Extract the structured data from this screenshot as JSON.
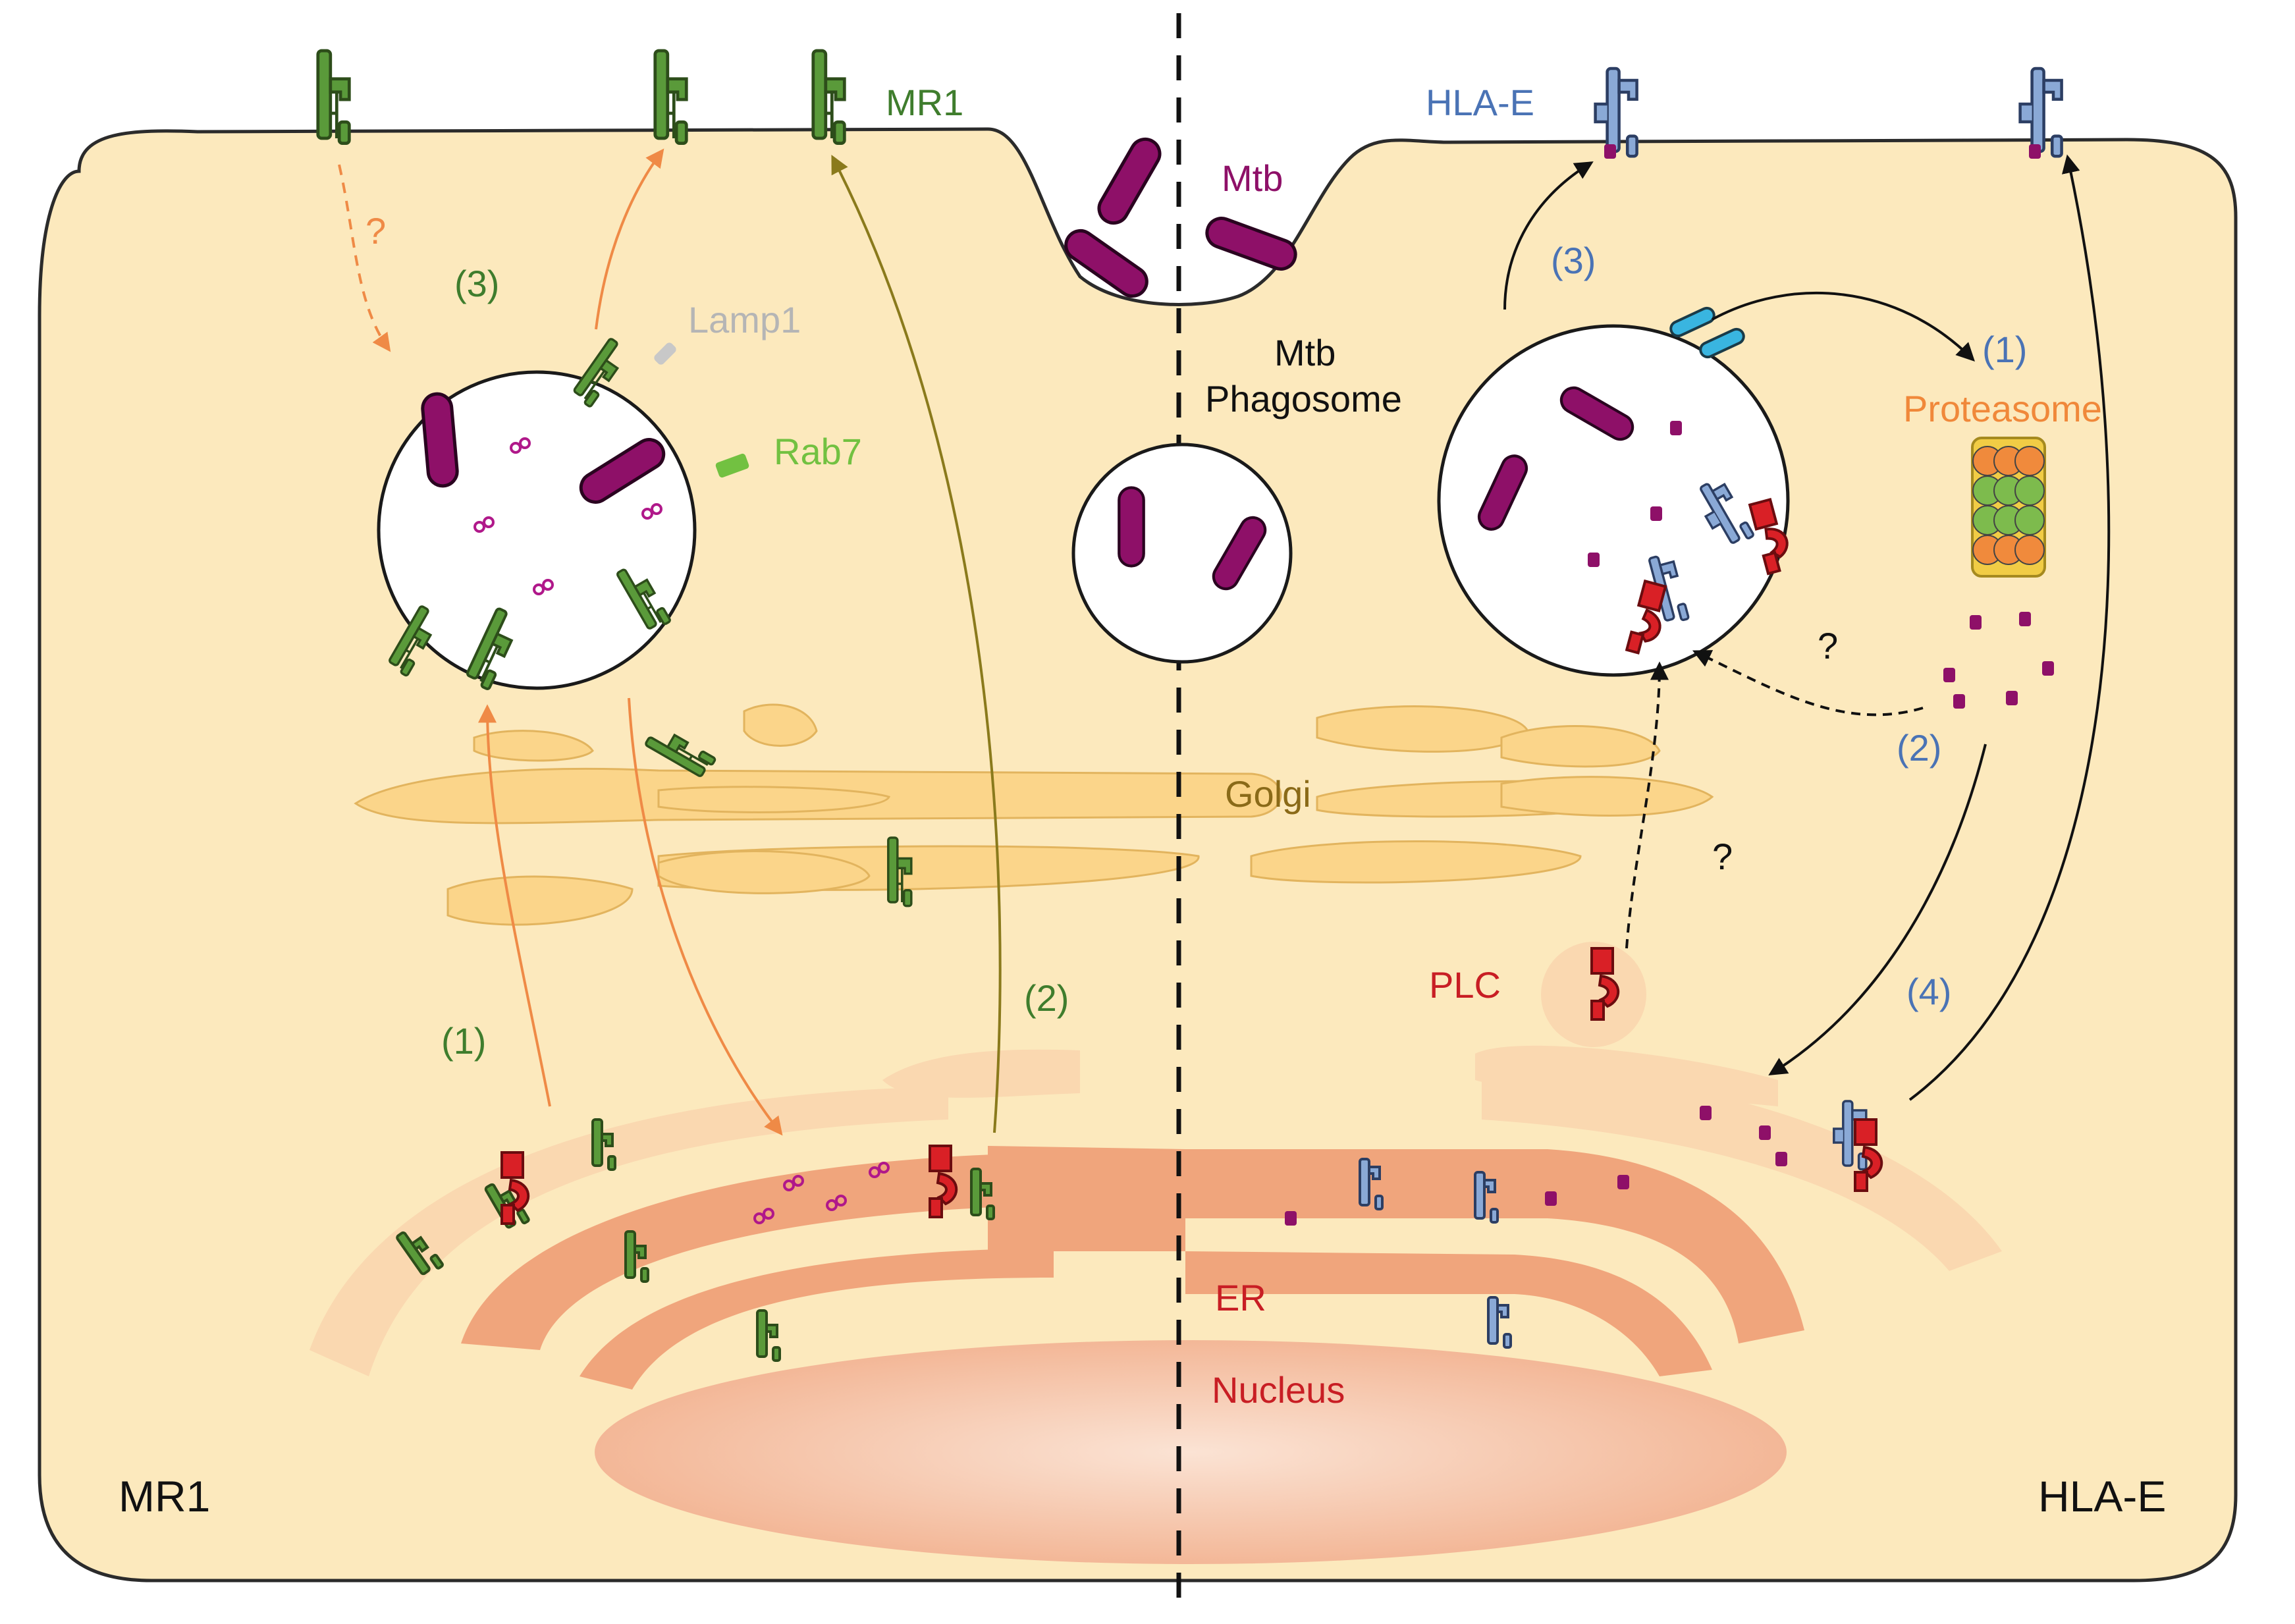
{
  "labels": {
    "mtb": "Mtb",
    "mr1_top": "MR1",
    "hlae_top": "HLA-E",
    "lamp1": "Lamp1",
    "rab7": "Rab7",
    "mtb_phagosome_line1": "Mtb",
    "mtb_phagosome_line2": "Phagosome",
    "proteasome": "Proteasome",
    "golgi": "Golgi",
    "plc": "PLC",
    "er": "ER",
    "nucleus": "Nucleus",
    "mr1_corner": "MR1",
    "hlae_corner": "HLA-E"
  },
  "steps": {
    "mr1_1": "(1)",
    "mr1_2": "(2)",
    "mr1_3": "(3)",
    "mr1_q": "?",
    "hlae_1": "(1)",
    "hlae_2": "(2)",
    "hlae_3": "(3)",
    "hlae_4": "(4)",
    "q_vacuole": "?",
    "q_plc": "?"
  },
  "colors": {
    "cytoplasm": "#fce9bd",
    "cytoplasm_stroke": "#2b2b2b",
    "mtb": "#8e1068",
    "mr1_green": "#5a9a3a",
    "mr1_label": "#3f7d2d",
    "hlae_blue": "#8aa9d6",
    "hlae_label": "#4a73b5",
    "plc_red": "#d92026",
    "orange_arrow": "#ef8a46",
    "olive_arrow": "#8a7a1c",
    "golgi": "#fbd58a",
    "er_light": "#fad8b0",
    "er_dark": "#f0a57c",
    "nucleus": "#f5c0a2",
    "lamp1": "#c8c8c8",
    "rab7": "#72c141",
    "proteasome_orange": "#f08a3c",
    "proteasome_green": "#7dbb4d",
    "proteasome_label": "#f0883a",
    "light_blue": "#39b5e0"
  }
}
